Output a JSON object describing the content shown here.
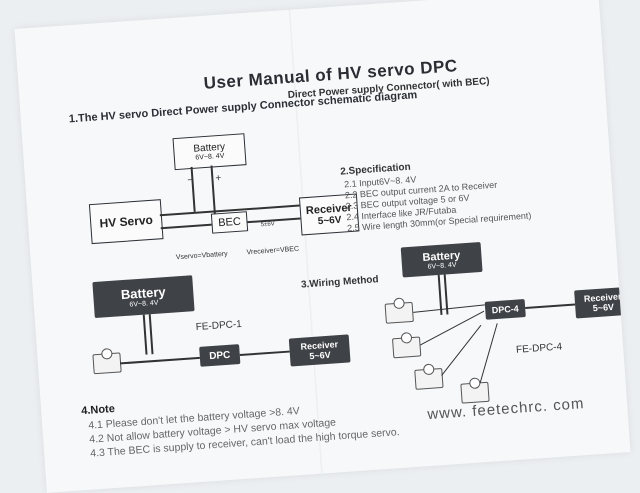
{
  "header": {
    "title": "User Manual of HV servo DPC",
    "subtitle": "Direct Power supply Connector( with BEC)"
  },
  "section1": {
    "heading": "1.The HV servo Direct Power supply Connector schematic diagram",
    "battery_label": "Battery",
    "battery_range": "6V~8. 4V",
    "minus": "−",
    "plus": "+",
    "servo_label": "HV Servo",
    "bec_label": "BEC",
    "signal_label": "5±6V",
    "receiver_label": "Receiver",
    "receiver_range": "5~6V",
    "formula_left": "Vservo=Vbattery",
    "formula_right": "Vreceiver=VBEC"
  },
  "section2": {
    "heading": "2.Specification",
    "items": [
      "2.1  Input6V~8. 4V",
      "2.2  BEC output current 2A to Receiver",
      "2.3  BEC output voltage 5 or 6V",
      "2.4  Interface like JR/Futaba",
      "2.5  Wire length 30mm(or Special requirement)"
    ]
  },
  "section3": {
    "heading": "3.Wiring Method",
    "left": {
      "battery_label": "Battery",
      "battery_range": "6V~8. 4V",
      "model": "FE-DPC-1",
      "connector": "DPC",
      "receiver_label": "Receiver",
      "receiver_range": "5~6V"
    },
    "right": {
      "battery_label": "Battery",
      "battery_range": "6V~8. 4V",
      "model": "FE-DPC-4",
      "connector": "DPC-4",
      "receiver_label": "Receiver",
      "receiver_range": "5~6V"
    }
  },
  "section4": {
    "heading": "4.Note",
    "items": [
      "4.1  Please don't let the battery voltage >8. 4V",
      "4.2  Not allow battery voltage > HV servo max voltage",
      "4.3  The BEC is supply to receiver, can't load the high torque servo."
    ]
  },
  "footer": {
    "url": "www. feetechrc. com"
  }
}
